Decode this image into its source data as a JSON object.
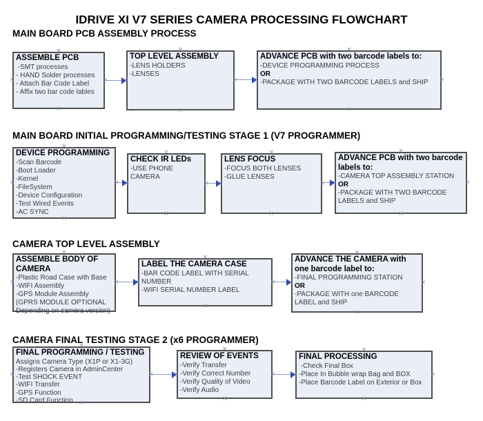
{
  "page_title": "IDRIVE XI V7 SERIES CAMERA PROCESSING FLOWCHART",
  "colors": {
    "box_fill": "#e9eef7",
    "box_border": "#4f4f4f",
    "arrow_line": "#8b99c4",
    "arrow_head": "#2f4bb0",
    "anchor_mark": "#8589a6"
  },
  "sections": [
    {
      "heading": "MAIN BOARD PCB ASSEMBLY PROCESS",
      "boxes": [
        {
          "title": "ASSEMBLE PCB",
          "items": [
            " -SMT processes",
            "- HAND Solder processes",
            "- Attach Bar Code Label",
            "- Affix two bar code lables"
          ]
        },
        {
          "title": "TOP LEVEL ASSEMBLY",
          "items": [
            "-LENS HOLDERS",
            "-LENSES"
          ]
        },
        {
          "title": "ADVANCE PCB with two barcode labels to:",
          "items": [
            "-DEVICE PROGRAMMING PROCESS",
            "OR",
            "-PACKAGE WITH TWO BARCODE LABELS and SHIP"
          ]
        }
      ]
    },
    {
      "heading": "MAIN BOARD INITIAL PROGRAMMING/TESTING STAGE 1 (V7 PROGRAMMER)",
      "boxes": [
        {
          "title": "DEVICE PROGRAMMING",
          "items": [
            "-Scan Barcode",
            "-Boot Loader",
            "-Kernel",
            "-FileSystem",
            "-Device Configuration",
            "-Test Wired Events",
            "-AC SYNC"
          ]
        },
        {
          "title": "CHECK IR LEDs",
          "items": [
            "-USE PHONE CAMERA"
          ]
        },
        {
          "title": "LENS FOCUS",
          "items": [
            "-FOCUS BOTH LENSES",
            "-GLUE LENSES"
          ]
        },
        {
          "title": "ADVANCE PCB with two barcode labels to:",
          "items": [
            "-CAMERA TOP ASSEMBLY STATION",
            "OR",
            "-PACKAGE WITH TWO BARCODE LABELS and SHIP"
          ]
        }
      ]
    },
    {
      "heading": "CAMERA TOP LEVEL ASSEMBLY",
      "boxes": [
        {
          "title": "ASSEMBLE BODY OF CAMERA",
          "items": [
            "-Plastic Road Case with Base",
            "-WIFI Assembly",
            "-GPS Module Assembly",
            "(GPRS MODULE OPTIONAL",
            "Depending on camera version)"
          ]
        },
        {
          "title": "LABEL THE CAMERA CASE",
          "items": [
            "-BAR CODE LABEL WITH SERIAL NUMBER",
            "-WIFI SERIAL NUMBER LABEL"
          ]
        },
        {
          "title": "ADVANCE THE CAMERA with one barcode label to:",
          "items": [
            "-FINAL PROGRAMMING STATION",
            "OR",
            "-PACKAGE WITH one BARCODE LABEL and SHIP"
          ]
        }
      ]
    },
    {
      "heading": "CAMERA FINAL TESTING STAGE 2 (x6 PROGRAMMER)",
      "boxes": [
        {
          "title": "FINAL PROGRAMMING / TESTING",
          "items": [
            "Assigns Camera Type (X1P or X1-3G)",
            "-Registers Camera in AdminCenter",
            "-Test SHOCK EVENT",
            "-WIFI Transfer",
            "-GPS Function",
            "-SD Card Function"
          ]
        },
        {
          "title": "REVIEW OF EVENTS",
          "items": [
            "-Verify Transfer",
            "-Verify Correct Number",
            "-Verify Quality of Video",
            "-Verify Audio"
          ]
        },
        {
          "title": "FINAL PROCESSING",
          "items": [
            " -Check Final Box",
            "-Place In Bubble wrap Bag and BOX",
            "-Place Barcode Label on Exterior or Box"
          ]
        }
      ]
    }
  ]
}
